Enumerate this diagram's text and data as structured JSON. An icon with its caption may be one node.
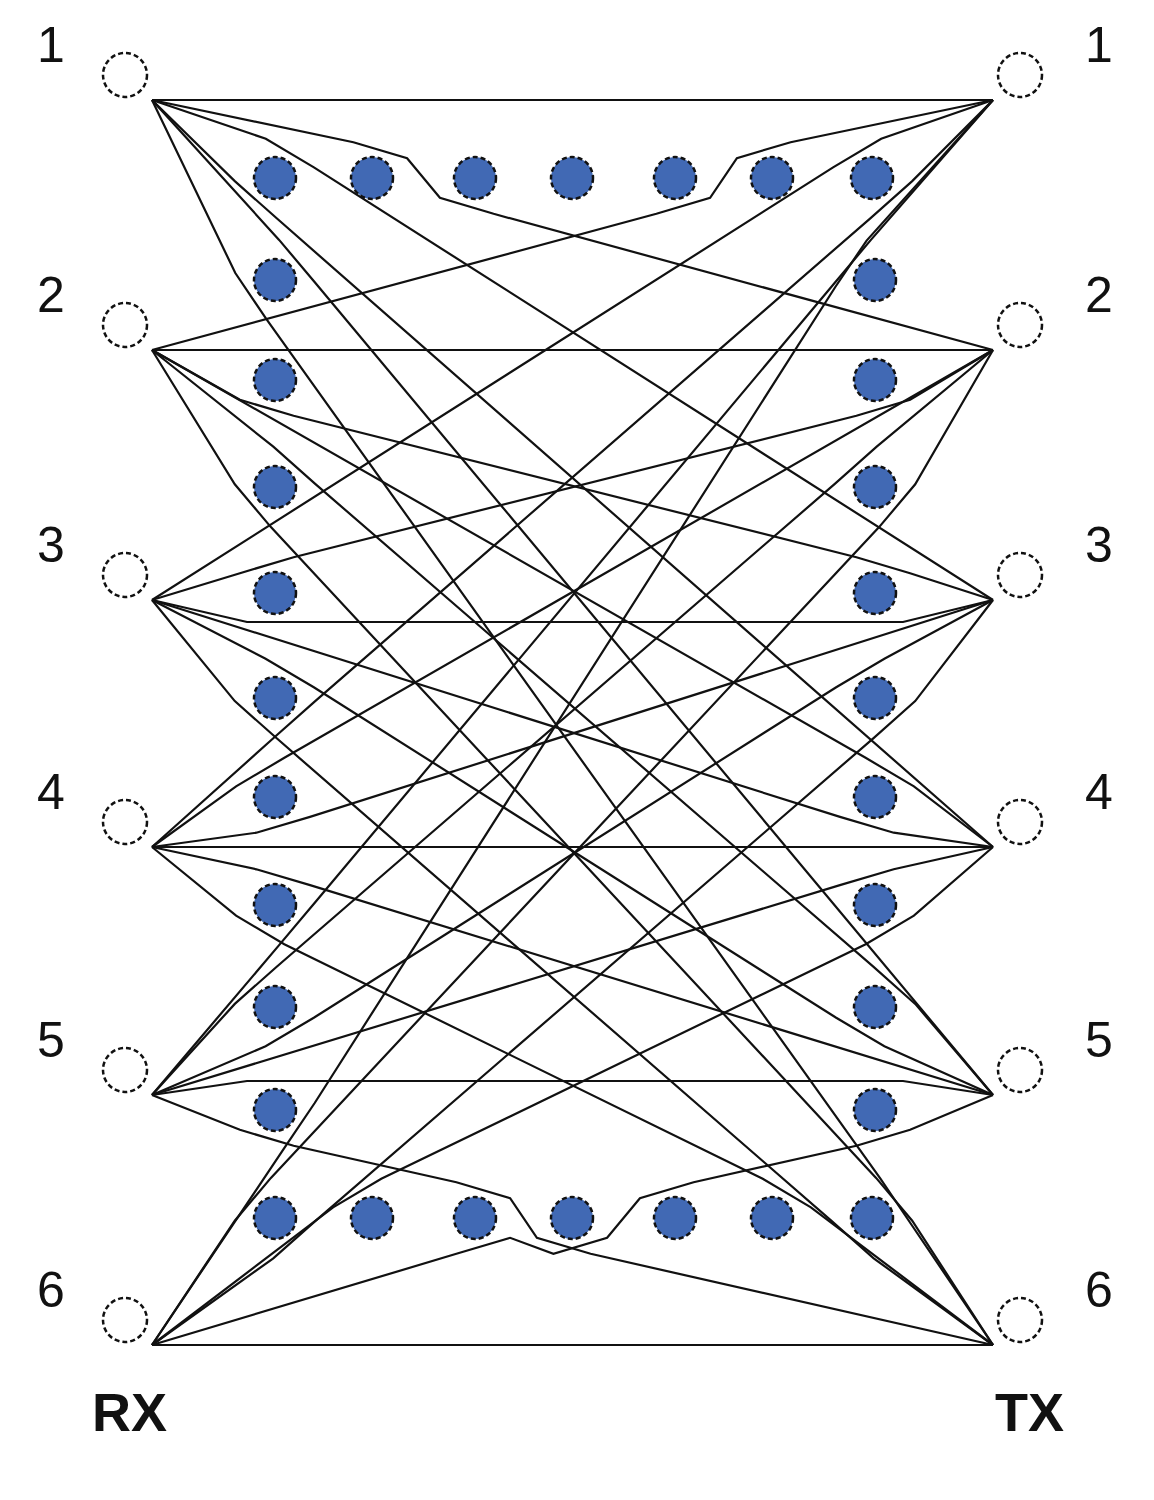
{
  "diagram": {
    "nodes": [
      {
        "text": [],
        "shape": "circle",
        "beside": [
          "1"
        ]
      },
      {
        "text": [],
        "shape": "circle",
        "beside": [
          "2"
        ]
      },
      {
        "text": [],
        "shape": "circle",
        "beside": [
          "3"
        ]
      },
      {
        "text": [],
        "shape": "circle",
        "beside": [
          "4"
        ]
      },
      {
        "text": [],
        "shape": "circle",
        "beside": [
          "5"
        ]
      },
      {
        "text": [],
        "shape": "circle",
        "beside": [
          "6"
        ]
      },
      {
        "text": [],
        "shape": "circle",
        "beside": [
          "1"
        ]
      },
      {
        "text": [],
        "shape": "circle",
        "beside": [
          "2"
        ]
      },
      {
        "text": [],
        "shape": "circle",
        "beside": [
          "3"
        ]
      },
      {
        "text": [],
        "shape": "circle",
        "beside": [
          "4"
        ]
      },
      {
        "text": [],
        "shape": "circle",
        "beside": [
          "5"
        ]
      },
      {
        "text": [],
        "shape": "circle",
        "beside": [
          "6"
        ]
      },
      {
        "text": [],
        "shape": "circle"
      },
      {
        "text": [],
        "shape": "circle"
      },
      {
        "text": [],
        "shape": "circle"
      },
      {
        "text": [],
        "shape": "circle"
      },
      {
        "text": [],
        "shape": "circle"
      },
      {
        "text": [],
        "shape": "circle"
      },
      {
        "text": [],
        "shape": "circle"
      },
      {
        "text": [],
        "shape": "circle"
      },
      {
        "text": [],
        "shape": "circle"
      },
      {
        "text": [],
        "shape": "circle"
      },
      {
        "text": [],
        "shape": "circle"
      },
      {
        "text": [],
        "shape": "circle"
      },
      {
        "text": [],
        "shape": "circle"
      },
      {
        "text": [],
        "shape": "circle"
      },
      {
        "text": [],
        "shape": "circle"
      },
      {
        "text": [],
        "shape": "circle"
      },
      {
        "text": [],
        "shape": "circle"
      },
      {
        "text": [],
        "shape": "circle"
      },
      {
        "text": [],
        "shape": "circle"
      },
      {
        "text": [],
        "shape": "circle"
      },
      {
        "text": [],
        "shape": "circle"
      },
      {
        "text": [],
        "shape": "circle"
      },
      {
        "text": [],
        "shape": "circle"
      },
      {
        "text": [],
        "shape": "circle"
      },
      {
        "text": [],
        "shape": "circle"
      },
      {
        "text": [],
        "shape": "circle"
      },
      {
        "text": [],
        "shape": "circle"
      },
      {
        "text": [],
        "shape": "circle"
      },
      {
        "text": [],
        "shape": "circle"
      },
      {
        "text": [],
        "shape": "circle"
      },
      {
        "text": [],
        "shape": "circle"
      },
      {
        "text": [],
        "shape": "circle"
      }
    ],
    "edges": [
      {
        "from": 0,
        "to": 6,
        "arrow": "none"
      },
      {
        "from": 0,
        "to": 7,
        "arrow": "none"
      },
      {
        "from": 0,
        "to": 8,
        "arrow": "none"
      },
      {
        "from": 0,
        "to": 9,
        "arrow": "none"
      },
      {
        "from": 0,
        "to": 10,
        "arrow": "none"
      },
      {
        "from": 0,
        "to": 11,
        "arrow": "none"
      },
      {
        "from": 1,
        "to": 6,
        "arrow": "none"
      },
      {
        "from": 1,
        "to": 7,
        "arrow": "none"
      },
      {
        "from": 1,
        "to": 8,
        "arrow": "none"
      },
      {
        "from": 1,
        "to": 9,
        "arrow": "none"
      },
      {
        "from": 1,
        "to": 10,
        "arrow": "none"
      },
      {
        "from": 1,
        "to": 11,
        "arrow": "none"
      },
      {
        "from": 2,
        "to": 6,
        "arrow": "none"
      },
      {
        "from": 2,
        "to": 7,
        "arrow": "none"
      },
      {
        "from": 2,
        "to": 8,
        "arrow": "none"
      },
      {
        "from": 2,
        "to": 9,
        "arrow": "none"
      },
      {
        "from": 2,
        "to": 10,
        "arrow": "none"
      },
      {
        "from": 2,
        "to": 11,
        "arrow": "none"
      },
      {
        "from": 3,
        "to": 6,
        "arrow": "none"
      },
      {
        "from": 3,
        "to": 7,
        "arrow": "none"
      },
      {
        "from": 3,
        "to": 8,
        "arrow": "none"
      },
      {
        "from": 3,
        "to": 9,
        "arrow": "none"
      },
      {
        "from": 3,
        "to": 10,
        "arrow": "none"
      },
      {
        "from": 3,
        "to": 11,
        "arrow": "none"
      },
      {
        "from": 4,
        "to": 6,
        "arrow": "none"
      },
      {
        "from": 4,
        "to": 7,
        "arrow": "none"
      },
      {
        "from": 4,
        "to": 8,
        "arrow": "none"
      },
      {
        "from": 4,
        "to": 9,
        "arrow": "none"
      },
      {
        "from": 4,
        "to": 10,
        "arrow": "none"
      },
      {
        "from": 4,
        "to": 11,
        "arrow": "none"
      },
      {
        "from": 5,
        "to": 6,
        "arrow": "none"
      },
      {
        "from": 5,
        "to": 7,
        "arrow": "none"
      },
      {
        "from": 5,
        "to": 8,
        "arrow": "none"
      },
      {
        "from": 5,
        "to": 9,
        "arrow": "none"
      },
      {
        "from": 5,
        "to": 10,
        "arrow": "none"
      },
      {
        "from": 5,
        "to": 11,
        "arrow": "none"
      }
    ],
    "labels": [
      "RX",
      "TX"
    ]
  }
}
